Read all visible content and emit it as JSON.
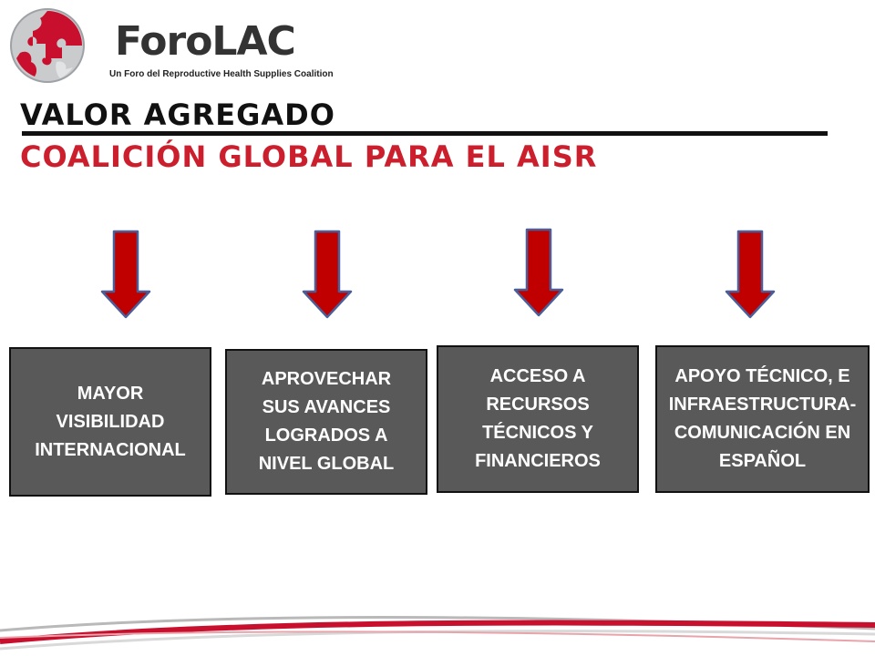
{
  "header": {
    "logo_name": "ForoLAC",
    "logo_tagline": "Un Foro del Reproductive Health Supplies Coalition"
  },
  "slide": {
    "title": "VALOR AGREGADO",
    "subtitle": "COALICIÓN GLOBAL PARA EL AISR"
  },
  "boxes": [
    {
      "label": "MAYOR VISIBILIDAD INTERNACIONAL"
    },
    {
      "label": "APROVECHAR SUS AVANCES LOGRADOS A NIVEL GLOBAL"
    },
    {
      "label": "ACCESO A RECURSOS TÉCNICOS Y FINANCIEROS"
    },
    {
      "label": "APOYO TÉCNICO, E INFRAESTRUCTURA- COMUNICACIÓN EN ESPAÑOL"
    }
  ],
  "colors": {
    "accent_red": "#cc1f2d",
    "arrow_red": "#c00000",
    "arrow_border": "#4a5f9a",
    "box_fill": "#595959",
    "title_dark": "#111111"
  },
  "icons": {
    "logo": "forolac-puzzle-globe-icon",
    "arrow": "arrow-down-icon"
  }
}
